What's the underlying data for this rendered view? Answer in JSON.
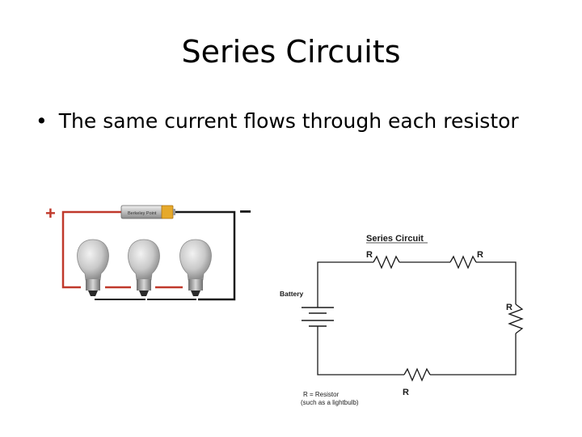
{
  "slide": {
    "title": "Series Circuits",
    "bullet_char": "•",
    "bullet_text": "The same current flows through each resistor"
  },
  "bulb_circuit": {
    "plus_sign": "+",
    "minus_sign": "−",
    "battery_label": "Berkeley Point",
    "wire_color": "#c0392b",
    "terminal_color": "#c0392b"
  },
  "schematic": {
    "title": "Series Circuit",
    "resistor_labels": [
      "R",
      "R",
      "R",
      "R"
    ],
    "battery_label": "Battery",
    "legend_line1": "R = Resistor",
    "legend_line2": "(such as a lightbulb)"
  }
}
